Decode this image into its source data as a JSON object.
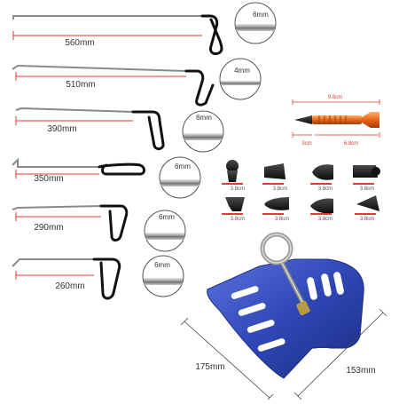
{
  "rods": [
    {
      "length": "560mm",
      "diameter": "6mm"
    },
    {
      "length": "510mm",
      "diameter": "4mm"
    },
    {
      "length": "390mm",
      "diameter": "6mm"
    },
    {
      "length": "350mm",
      "diameter": "6mm"
    },
    {
      "length": "290mm",
      "diameter": "6mm"
    },
    {
      "length": "260mm",
      "diameter": "6mm"
    }
  ],
  "tap_down_tool": {
    "total": "9.8cm",
    "tip": "3cm",
    "handle": "6.8cm"
  },
  "tips": [
    "3.8cm",
    "3.8cm",
    "3.8cm",
    "3.8cm",
    "3.8cm",
    "3.8cm",
    "3.8cm",
    "3.8cm"
  ],
  "window_guard": {
    "height": "175mm",
    "width": "153mm"
  },
  "colors": {
    "rod": "#8a8a8a",
    "grip": "#111111",
    "dim_line": "#e53935",
    "handle": "#e8641c",
    "guard": "#2e47b5"
  }
}
